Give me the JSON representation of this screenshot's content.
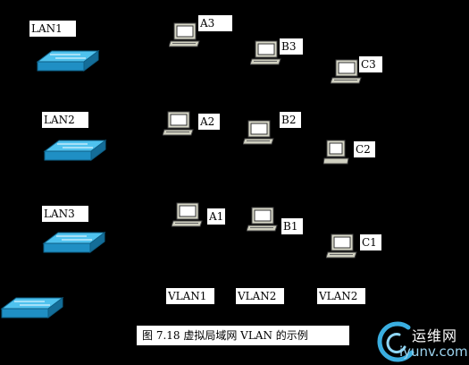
{
  "lans": [
    "LAN1",
    "LAN2",
    "LAN3"
  ],
  "hosts": {
    "a1": "A1",
    "a2": "A2",
    "a3": "A3",
    "b1": "B1",
    "b2": "B2",
    "b3": "B3",
    "c1": "C1",
    "c2": "C2",
    "c3": "C3"
  },
  "vlans": [
    "VLAN1",
    "VLAN2",
    "VLAN2"
  ],
  "caption": "图 7.18   虚拟局域网 VLAN 的示例",
  "watermark": {
    "top": "运维网",
    "bottom": "iyunv.com"
  },
  "colors": {
    "switch": "#2aa8e0",
    "computer": "#d8d8c8",
    "background": "#000000"
  }
}
